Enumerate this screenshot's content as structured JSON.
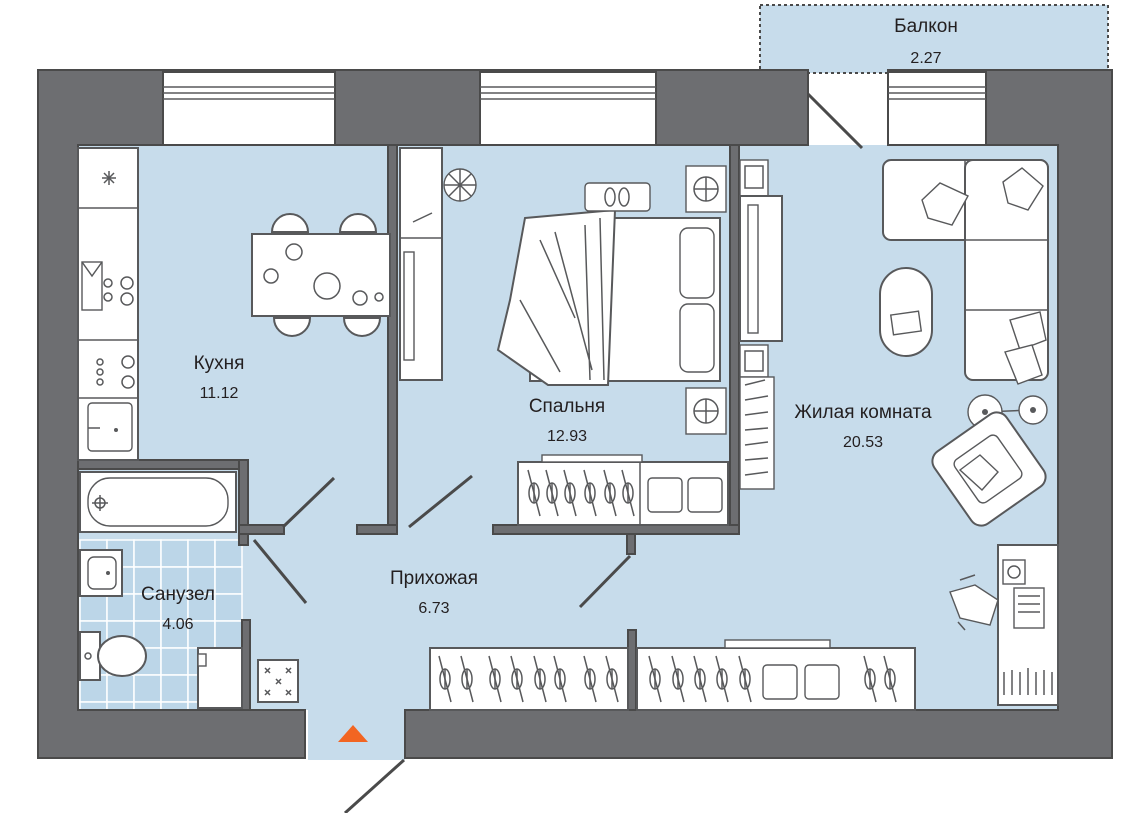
{
  "rooms": {
    "balcony": {
      "name": "Балкон",
      "area": "2.27"
    },
    "kitchen": {
      "name": "Кухня",
      "area": "11.12"
    },
    "bedroom": {
      "name": "Спальня",
      "area": "12.93"
    },
    "living": {
      "name": "Жилая комната",
      "area": "20.53"
    },
    "hallway": {
      "name": "Прихожая",
      "area": "6.73"
    },
    "bathroom": {
      "name": "Санузел",
      "area": "4.06"
    }
  },
  "colors": {
    "floor": "#c7dceb",
    "wall": "#6d6e71",
    "entrance_marker": "#f26522"
  },
  "icons": [
    "entrance-arrow-icon",
    "snowflake-icon"
  ]
}
